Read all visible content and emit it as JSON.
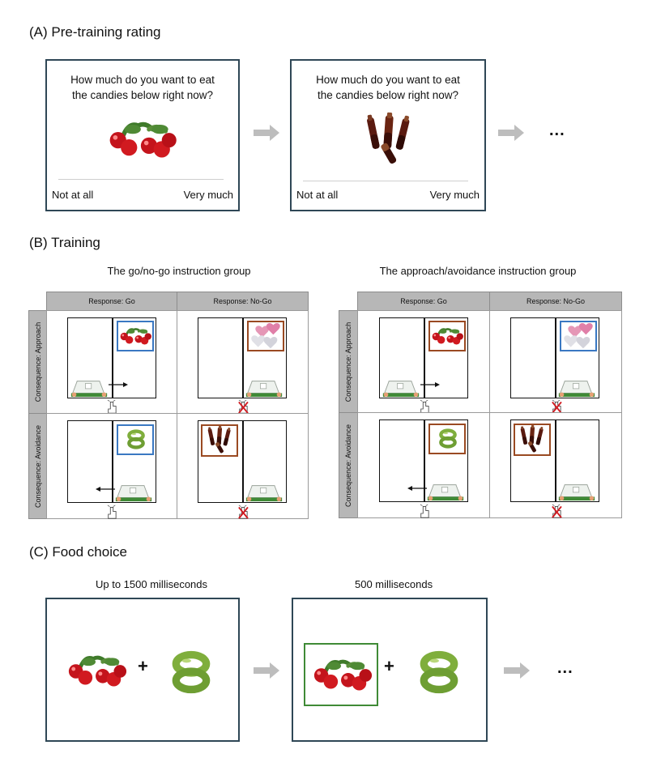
{
  "sections": {
    "a": "(A) Pre-training rating",
    "b": "(B) Training",
    "c": "(C) Food choice"
  },
  "rating": {
    "question_line1": "How much do you want to eat",
    "question_line2": "the candies below right now?",
    "low": "Not at all",
    "high": "Very much",
    "ellipsis": "..."
  },
  "training": {
    "group_left": "The go/no-go instruction group",
    "group_right": "The approach/avoidance instruction group",
    "col_go": "Response: Go",
    "col_nogo": "Response: No-Go",
    "row_approach": "Consequence: Approach",
    "row_avoid": "Consequence: Avoidance"
  },
  "choice": {
    "t1": "Up to 1500 milliseconds",
    "t2": "500 milliseconds",
    "plus": "+",
    "ellipsis": "..."
  },
  "colors": {
    "frame_blue": "#3a78c2",
    "frame_brown": "#9a4a22",
    "frame_green": "#3f8a36",
    "panel_border": "#2f4756"
  }
}
